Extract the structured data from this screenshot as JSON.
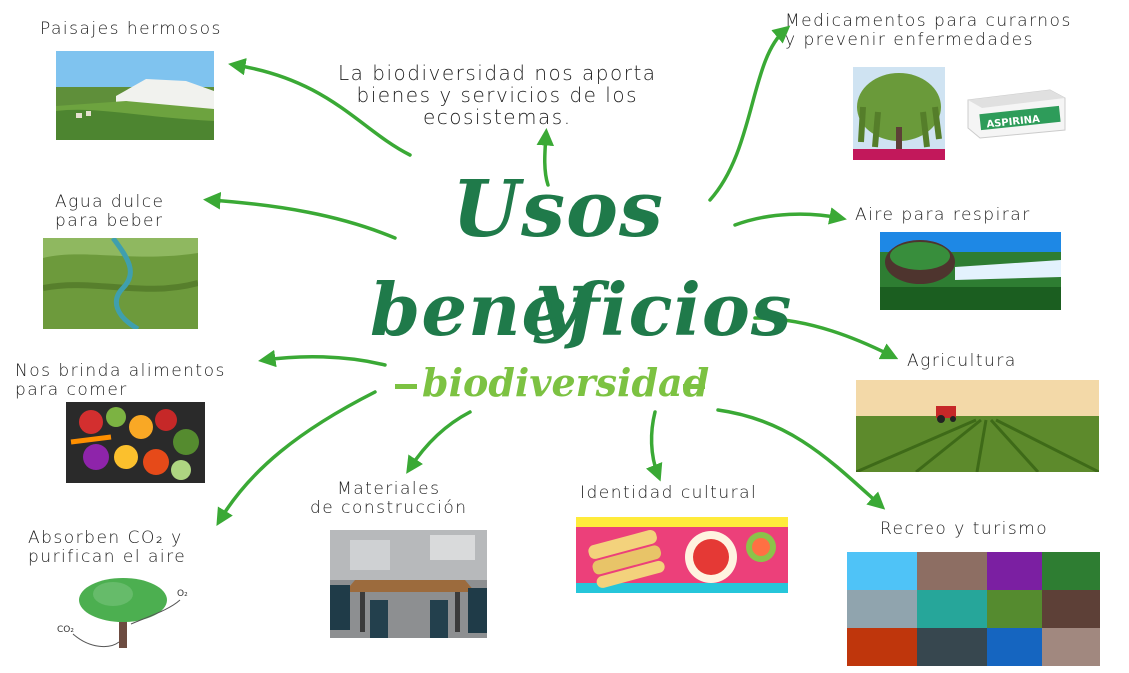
{
  "center": {
    "line1": "Usos y",
    "line2": "beneficios",
    "subtitle": "biodiversidad"
  },
  "top_note": "La biodiversidad nos aporta\nbienes y servicios de los\necosistemas.",
  "items": {
    "landscapes": "Paisajes hermosos",
    "water": "Agua dulce\npara beber",
    "food": "Nos brinda alimentos\npara comer",
    "co2": "Absorben CO₂ y\npurifican el aire",
    "materials": "Materiales\nde construcción",
    "identity": "Identidad cultural",
    "tourism": "Recreo y turismo",
    "agriculture": "Agricultura",
    "air": "Aire para respirar",
    "medicine": "Medicamentos para curarnos\ny prevenir enfermedades"
  },
  "tree_labels": {
    "co2": "CO₂",
    "o2": "O₂"
  },
  "aspirin_text": "ASPIRINA",
  "colors": {
    "arrow": "#3aa935",
    "title": "#1f7a4a",
    "subtitle": "#7cc242"
  }
}
